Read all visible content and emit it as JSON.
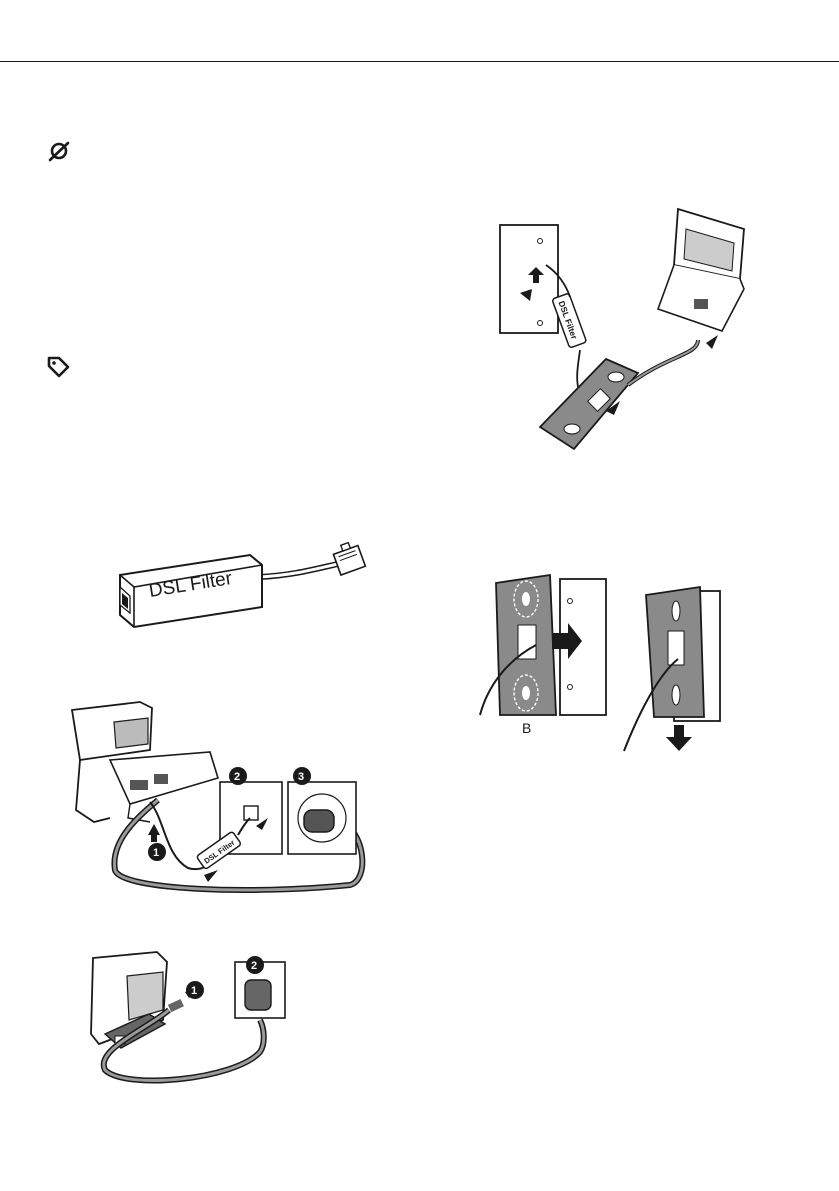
{
  "page": {
    "background": "#ffffff",
    "line_color": "#1a1a1a",
    "panel_gray": "#8a8a8a",
    "panel_dark": "#5e5e5e",
    "cable_gray": "#9a9a9a"
  },
  "icons": {
    "note_icon": "no-entry-circle-icon",
    "tip_icon": "tag-icon"
  },
  "figures": {
    "dsl_filter": {
      "label": "DSL Filter"
    },
    "phone_line_connection": {
      "filter_label": "DSL Filter",
      "steps": [
        "1",
        "2",
        "3"
      ]
    },
    "power_connection": {
      "steps": [
        "1",
        "2"
      ]
    },
    "wall_mount_connection": {
      "filter_label": "DSL Filter"
    },
    "wall_mount_bracket": {
      "marker": "B"
    }
  }
}
